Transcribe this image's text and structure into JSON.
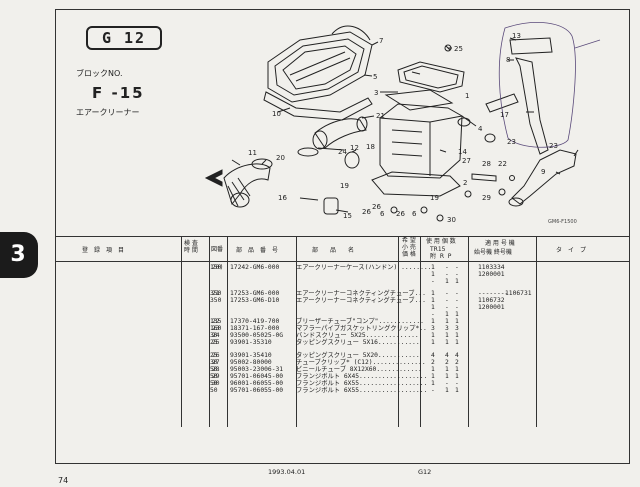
{
  "header": {
    "group_code": "G 12",
    "block_label": "ブロックNO.",
    "block_no": "F -15",
    "part_name": "エアークリーナー",
    "diagram_code": "GM6-F1500"
  },
  "callouts": [
    "7",
    "25",
    "5",
    "3",
    "10",
    "21",
    "1",
    "4",
    "13",
    "8",
    "17",
    "23",
    "23",
    "9",
    "11",
    "20",
    "12",
    "24",
    "18",
    "14",
    "2",
    "27",
    "28",
    "29",
    "30",
    "26",
    "26",
    "22",
    "16",
    "15",
    "6",
    "6",
    "26",
    "19",
    "19"
  ],
  "section": "3",
  "columns": {
    "c1": "登　録　項　目",
    "c2": "検 査\n時 間",
    "c3": "図番",
    "c4": "部　品　番　号",
    "c5": "部　　品　　名",
    "c6": "希 望\n小 売\n価 格",
    "c7": "使 用 個 数",
    "c7b": "TR15\n附  R  P",
    "c8": "適 用 号 機",
    "c8b": "始号機   終号機",
    "c9": "タ　イ　プ"
  },
  "rows": [
    {
      "ref": "20)",
      "part_no": "17242-GM6-000",
      "name": "エアークリーナーケース(ハンドン) ........",
      "price": "150",
      "q1": "1",
      "q2": "-",
      "q3": "-",
      "from": "1103334",
      "to": ""
    },
    {
      "ref": "",
      "part_no": "",
      "name": "",
      "price": "",
      "q1": "1",
      "q2": "-",
      "q3": "-",
      "from": "1200001",
      "to": ""
    },
    {
      "ref": "",
      "part_no": "",
      "name": "",
      "price": "",
      "q1": "-",
      "q2": "1",
      "q3": "1",
      "from": "",
      "to": ""
    },
    {
      "ref": "21",
      "part_no": "17253-GM6-000",
      "name": "エアークリーナーコネクティングチューブ...",
      "price": "350",
      "q1": "1",
      "q2": "-",
      "q3": "-",
      "from": "--------",
      "to": "1106731"
    },
    {
      "ref": "",
      "part_no": "17253-GM6-D10",
      "name": "エアークリーナーコネクティングチューブ...",
      "price": "350",
      "q1": "1",
      "q2": "-",
      "q3": "-",
      "from": "1106732",
      "to": ""
    },
    {
      "ref": "",
      "part_no": "",
      "name": "",
      "price": "",
      "q1": "1",
      "q2": "-",
      "q3": "-",
      "from": "1200001",
      "to": ""
    },
    {
      "ref": "",
      "part_no": "",
      "name": "",
      "price": "",
      "q1": "-",
      "q2": "1",
      "q3": "1",
      "from": "",
      "to": ""
    },
    {
      "ref": "22",
      "part_no": "17370-419-700",
      "name": "ブリーザーチューブ\"コンプ\"............",
      "price": "135",
      "q1": "1",
      "q2": "1",
      "q3": "1",
      "from": "",
      "to": ""
    },
    {
      "ref": "23",
      "part_no": "18371-167-000",
      "name": "マフラーパイプガスケットリングクリップ*..",
      "price": "160",
      "q1": "3",
      "q2": "3",
      "q3": "3",
      "from": "",
      "to": ""
    },
    {
      "ref": "24",
      "part_no": "93500-05025-0G",
      "name": "バンドスクリュー 5X25..............",
      "price": "30",
      "q1": "1",
      "q2": "1",
      "q3": "1",
      "from": "",
      "to": ""
    },
    {
      "ref": "25",
      "part_no": "93901-35310",
      "name": "タッピングスクリュー 5X16...........",
      "price": "25",
      "q1": "1",
      "q2": "1",
      "q3": "1",
      "from": "",
      "to": ""
    },
    {
      "ref": "26",
      "part_no": "93901-35410",
      "name": "タッピングスクリュー 5X20...........",
      "price": "25",
      "q1": "4",
      "q2": "4",
      "q3": "4",
      "from": "",
      "to": ""
    },
    {
      "ref": "27",
      "part_no": "95002-80000",
      "name": "チューブクリップ* (C12)..............",
      "price": "30",
      "q1": "2",
      "q2": "2",
      "q3": "2",
      "from": "",
      "to": ""
    },
    {
      "ref": "28",
      "part_no": "95003-23006-31",
      "name": "ビニールチューブ 8X12X60............",
      "price": "50",
      "q1": "1",
      "q2": "1",
      "q3": "1",
      "from": "",
      "to": ""
    },
    {
      "ref": "29",
      "part_no": "95701-06045-00",
      "name": "フランジボルト 6X45..................",
      "price": "50",
      "q1": "1",
      "q2": "1",
      "q3": "1",
      "from": "",
      "to": ""
    },
    {
      "ref": "30",
      "part_no": "96001-06055-00",
      "name": "フランジボルト 6X55..................",
      "price": "50",
      "q1": "1",
      "q2": "-",
      "q3": "-",
      "from": "",
      "to": ""
    },
    {
      "ref": "",
      "part_no": "95701-06055-00",
      "name": "フランジボルト 6X55..................",
      "price": "50",
      "q1": "-",
      "q2": "1",
      "q3": "1",
      "from": "",
      "to": ""
    }
  ],
  "footer": {
    "date": "1993.04.01",
    "page_code": "G12",
    "page_number": "74"
  }
}
